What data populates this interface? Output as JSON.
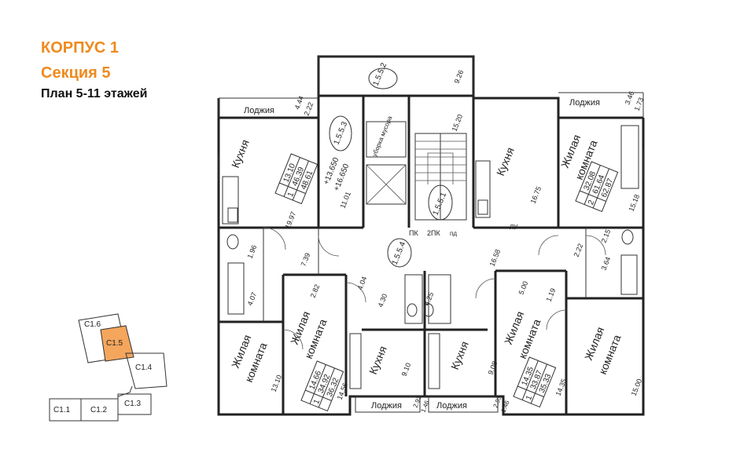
{
  "header": {
    "building": "КОРПУС 1",
    "section": "Секция 5",
    "plan": "План 5-11 этажей"
  },
  "key_plan": {
    "sections": [
      "С1.6",
      "С1.5",
      "С1.4",
      "С1.3",
      "С1.1",
      "С1.2"
    ],
    "highlight_color": "#f4a65c",
    "active": "С1.5"
  },
  "colors": {
    "title": "#ef8a1e",
    "walls": "#222222"
  },
  "rooms": {
    "loggia_tl": "Лоджия",
    "kitchen_tl": "Кухня",
    "kitchen_tr": "Кухня",
    "living_tr_a": "Жилая",
    "living_tr_b": "комната",
    "loggia_tr": "Лоджия",
    "living_bl_a": "Жилая",
    "living_bl_b": "комната",
    "living_bc_a": "Жилая",
    "living_bc_b": "комната",
    "kitchen_bc": "Кухня",
    "kitchen_bc2": "Кухня",
    "living_br_a": "Жилая",
    "living_br_b": "комната",
    "living_br2_a": "Жилая",
    "living_br2_b": "комната",
    "loggia_b1": "Лоджия",
    "loggia_b2": "Лоджия",
    "stair_text": "уборка мусора",
    "pk": "ПК",
    "pk2": "2ПК",
    "pd": "пд",
    "lu": "ЛУ"
  },
  "codes": {
    "c552": "1.5.5.2",
    "c553": "1.5.5.3",
    "c551": "1.5.5.1",
    "c554": "1.5.5.4"
  },
  "labels": {
    "a1": "4.44",
    "a2": "2.22",
    "a3": "9.26",
    "a4": "3.46",
    "a5": "1.73",
    "a6": "15.20",
    "a7": "11.01",
    "a8": "+13.650",
    "a9": "+16.650",
    "a10": "19.97",
    "a11": "1.96",
    "a12": "4.07",
    "a13": "7.39",
    "a14": "16.75",
    "a15": "15.18",
    "a16": "2.15",
    "a17": "2.22",
    "a18": "3.64",
    "a19": "16.58",
    "a20": "4.04",
    "a21": "2.82",
    "a22": "4.30",
    "a23": "4.25",
    "a24": "5.00",
    "a25": "1.19",
    "a26": "13.10",
    "a27": "14.56",
    "a28": "9.10",
    "a29": "9.08",
    "a30": "14.35",
    "a31": "15.00",
    "a32": "2.93",
    "a33": "1.46",
    "a34": "2.93",
    "a35": "1.46"
  },
  "apartments": [
    {
      "rooms": "1",
      "area_living": "13.10",
      "area_total": "46.39",
      "area_full": "48.61"
    },
    {
      "rooms": "2",
      "area_living": "32.08",
      "area_total": "61.64",
      "area_full": "62.87"
    },
    {
      "rooms": "1",
      "area_living": "14.66",
      "area_total": "34.92",
      "area_full": "36.32"
    },
    {
      "rooms": "1",
      "area_living": "14.35",
      "area_total": "33.87",
      "area_full": "35.33"
    }
  ]
}
